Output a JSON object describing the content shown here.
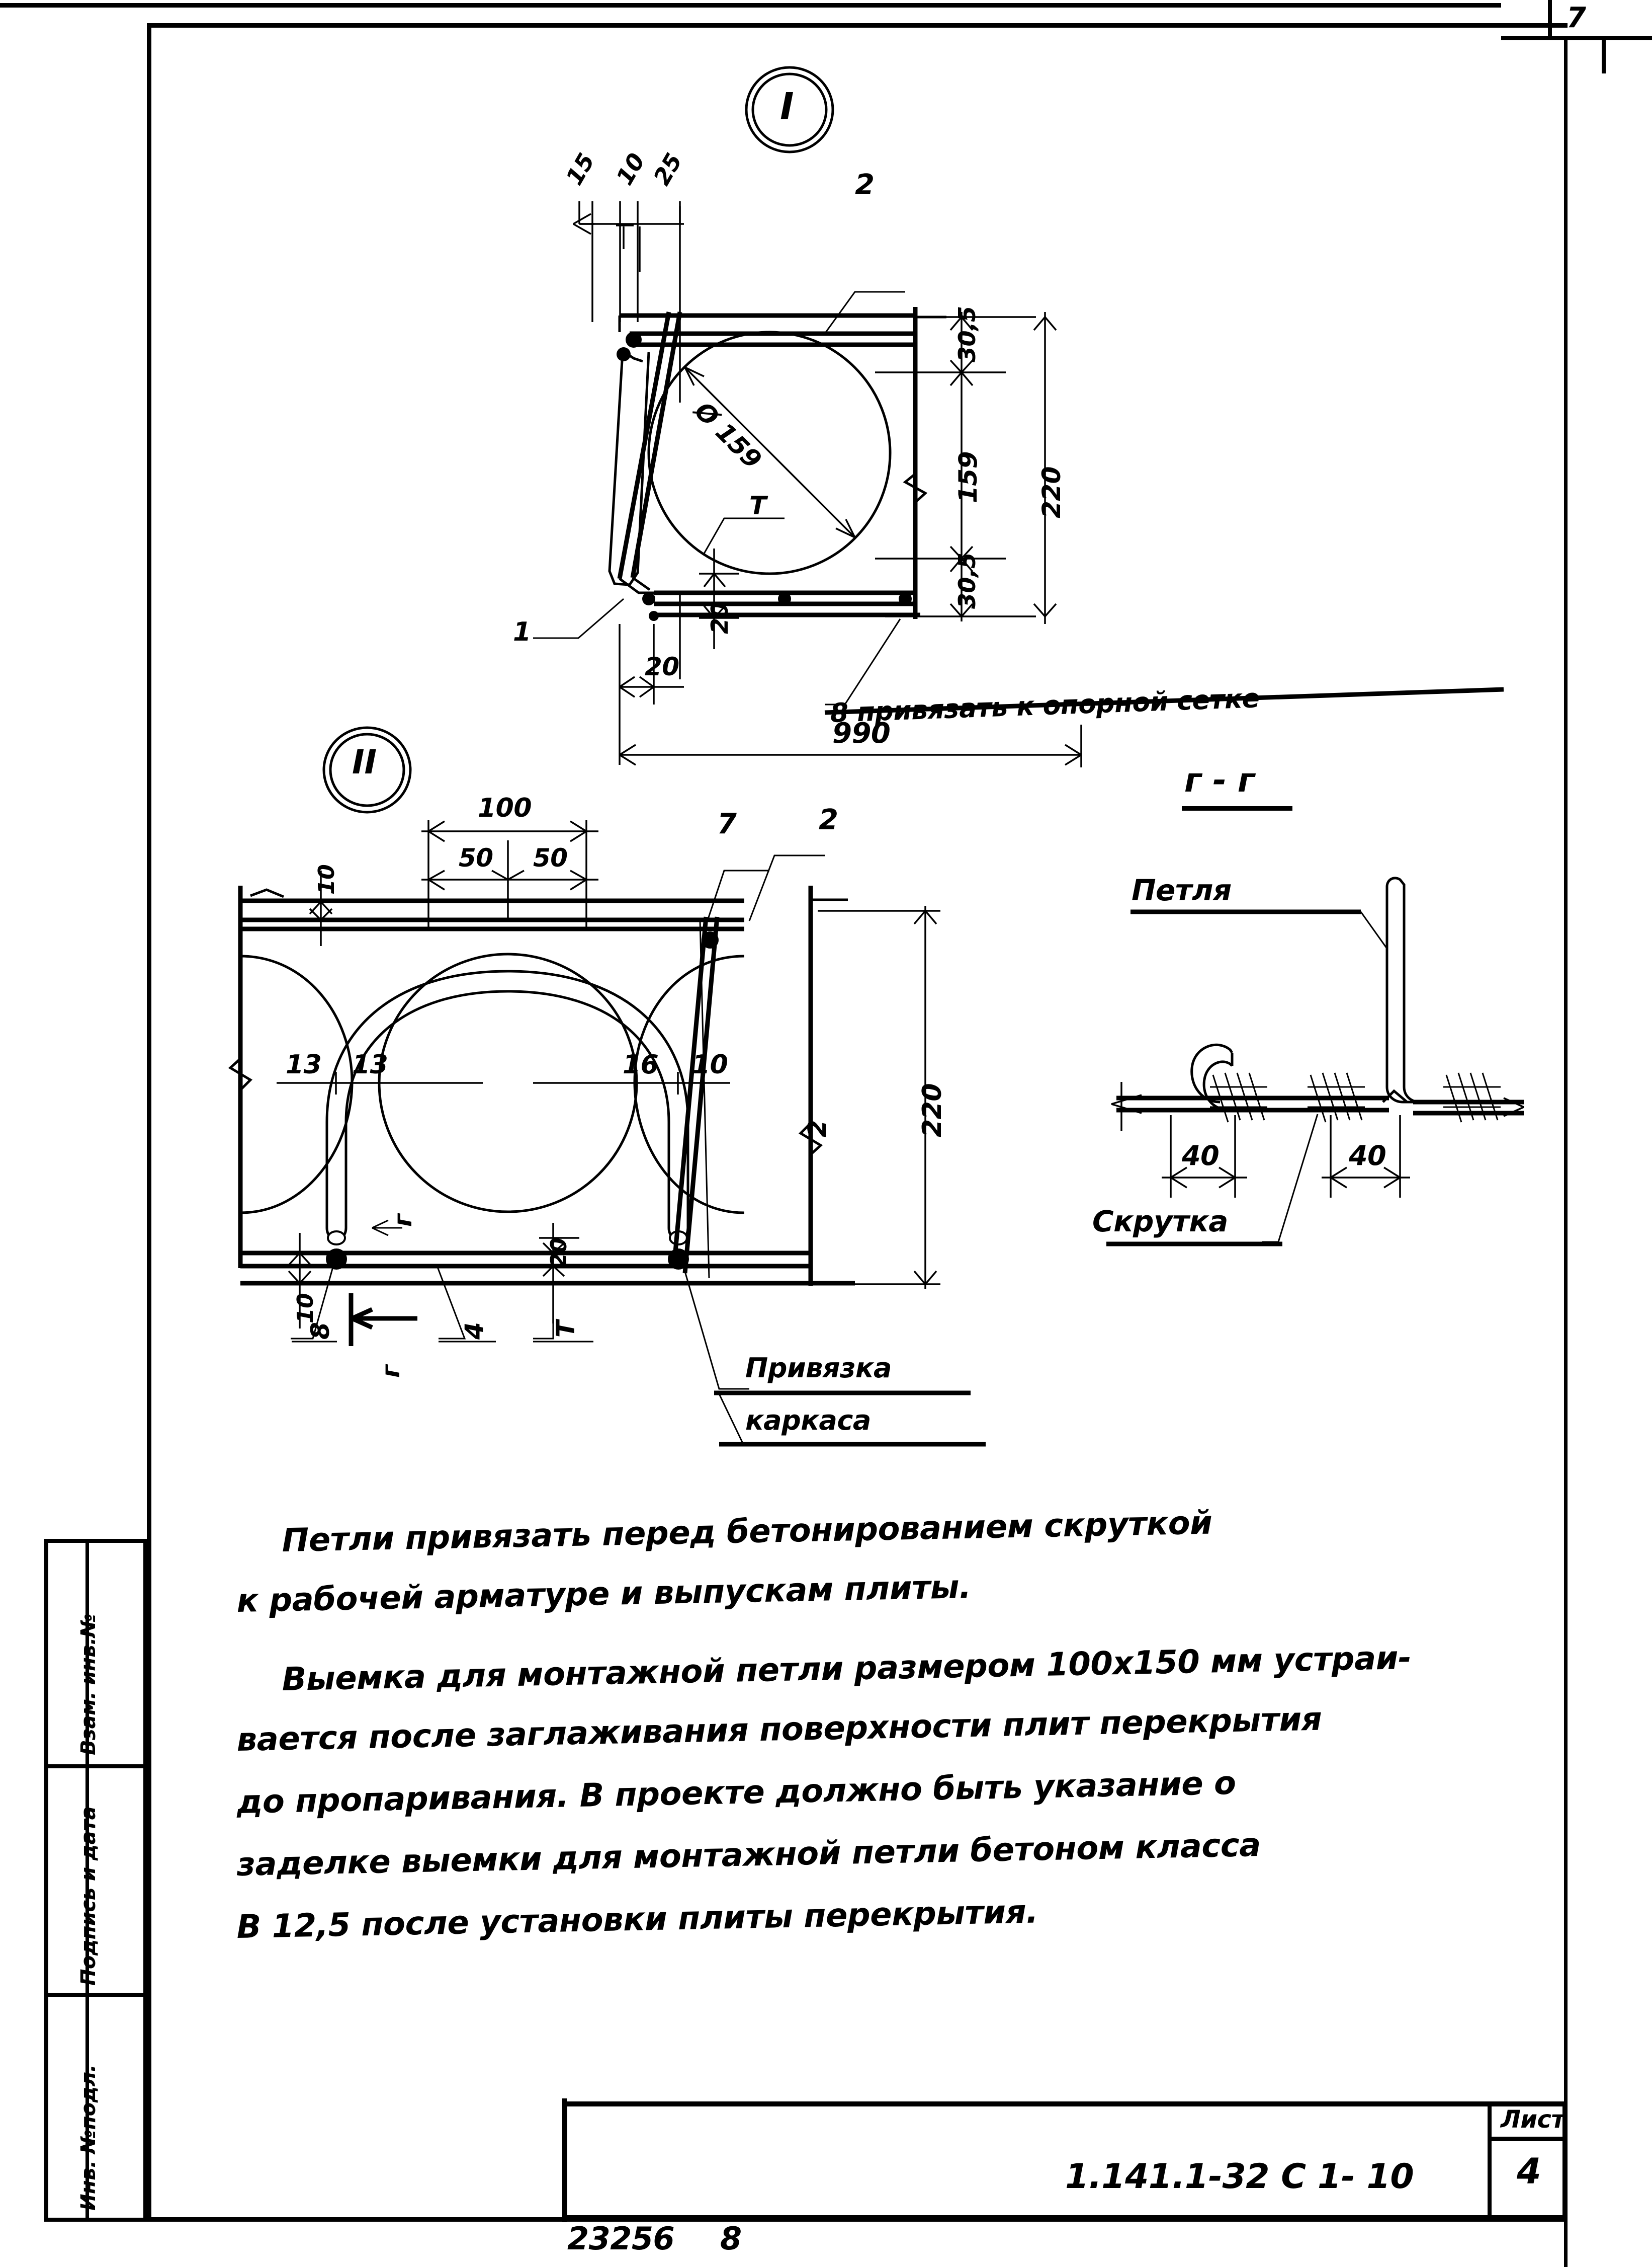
{
  "page": {
    "number": "7",
    "sheet_label": "Лист",
    "sheet_number": "4",
    "drawing_code": "1.141.1-32 С  1- 10",
    "bottom_code": "23256",
    "bottom_code_2": "8"
  },
  "left_margin": {
    "blocks": [
      {
        "label": "Взам. инв.№"
      },
      {
        "label": "Подпись и дата"
      },
      {
        "label": "Инв. №подл."
      }
    ]
  },
  "detail_i": {
    "title": "I",
    "top_dims": [
      "15",
      "10",
      "25"
    ],
    "diameter_label": "Ø 159",
    "callout_t": "Т",
    "callout_1": "1",
    "callout_2": "2",
    "right_dims": {
      "top_segment": "30,5",
      "middle_segment": "159",
      "bottom_segment": "30,5",
      "overall": "220"
    },
    "note": "8 привязать к опорной сетке",
    "bottom_dims": {
      "small_1": "20",
      "small_2": "20",
      "overall": "990"
    }
  },
  "detail_ii": {
    "title": "II",
    "dims_top": {
      "overall": "100",
      "left_half": "50",
      "right_half": "50"
    },
    "dim_left_top": "10",
    "dim_left_bottom": "10",
    "dim_mid": "20",
    "dim_right": "220",
    "spacing_labels": [
      "13",
      "13",
      "16",
      "10"
    ],
    "callout_7": "7",
    "callout_2_top": "2",
    "callout_2_right": "2",
    "callout_2_mid": "г",
    "bottom_callouts": [
      "8",
      "г",
      "4",
      "Т"
    ],
    "note": "Привязка",
    "note_line2": "каркаса"
  },
  "section_gg": {
    "title": "г - г",
    "label_loop": "Петля",
    "label_twist": "Скрутка",
    "dim_left": "40",
    "dim_right": "40"
  },
  "notes": {
    "paragraphs": [
      [
        "Петли привязать перед  бетонированием скруткой",
        "к рабочей арматуре  и  выпускам  плиты."
      ],
      [
        "Выемка для монтажной петли размером 100х150 мм устраи-",
        "вается после заглаживания поверхности  плит   перекрытия",
        "до  пропаривания. В проекте должно быть   указание  о",
        "заделке выемки для монтажной петли  бетоном  класса",
        "В 12,5    после установки  плиты  перекрытия."
      ]
    ]
  },
  "colors": {
    "ink": "#000000",
    "paper": "#ffffff"
  }
}
